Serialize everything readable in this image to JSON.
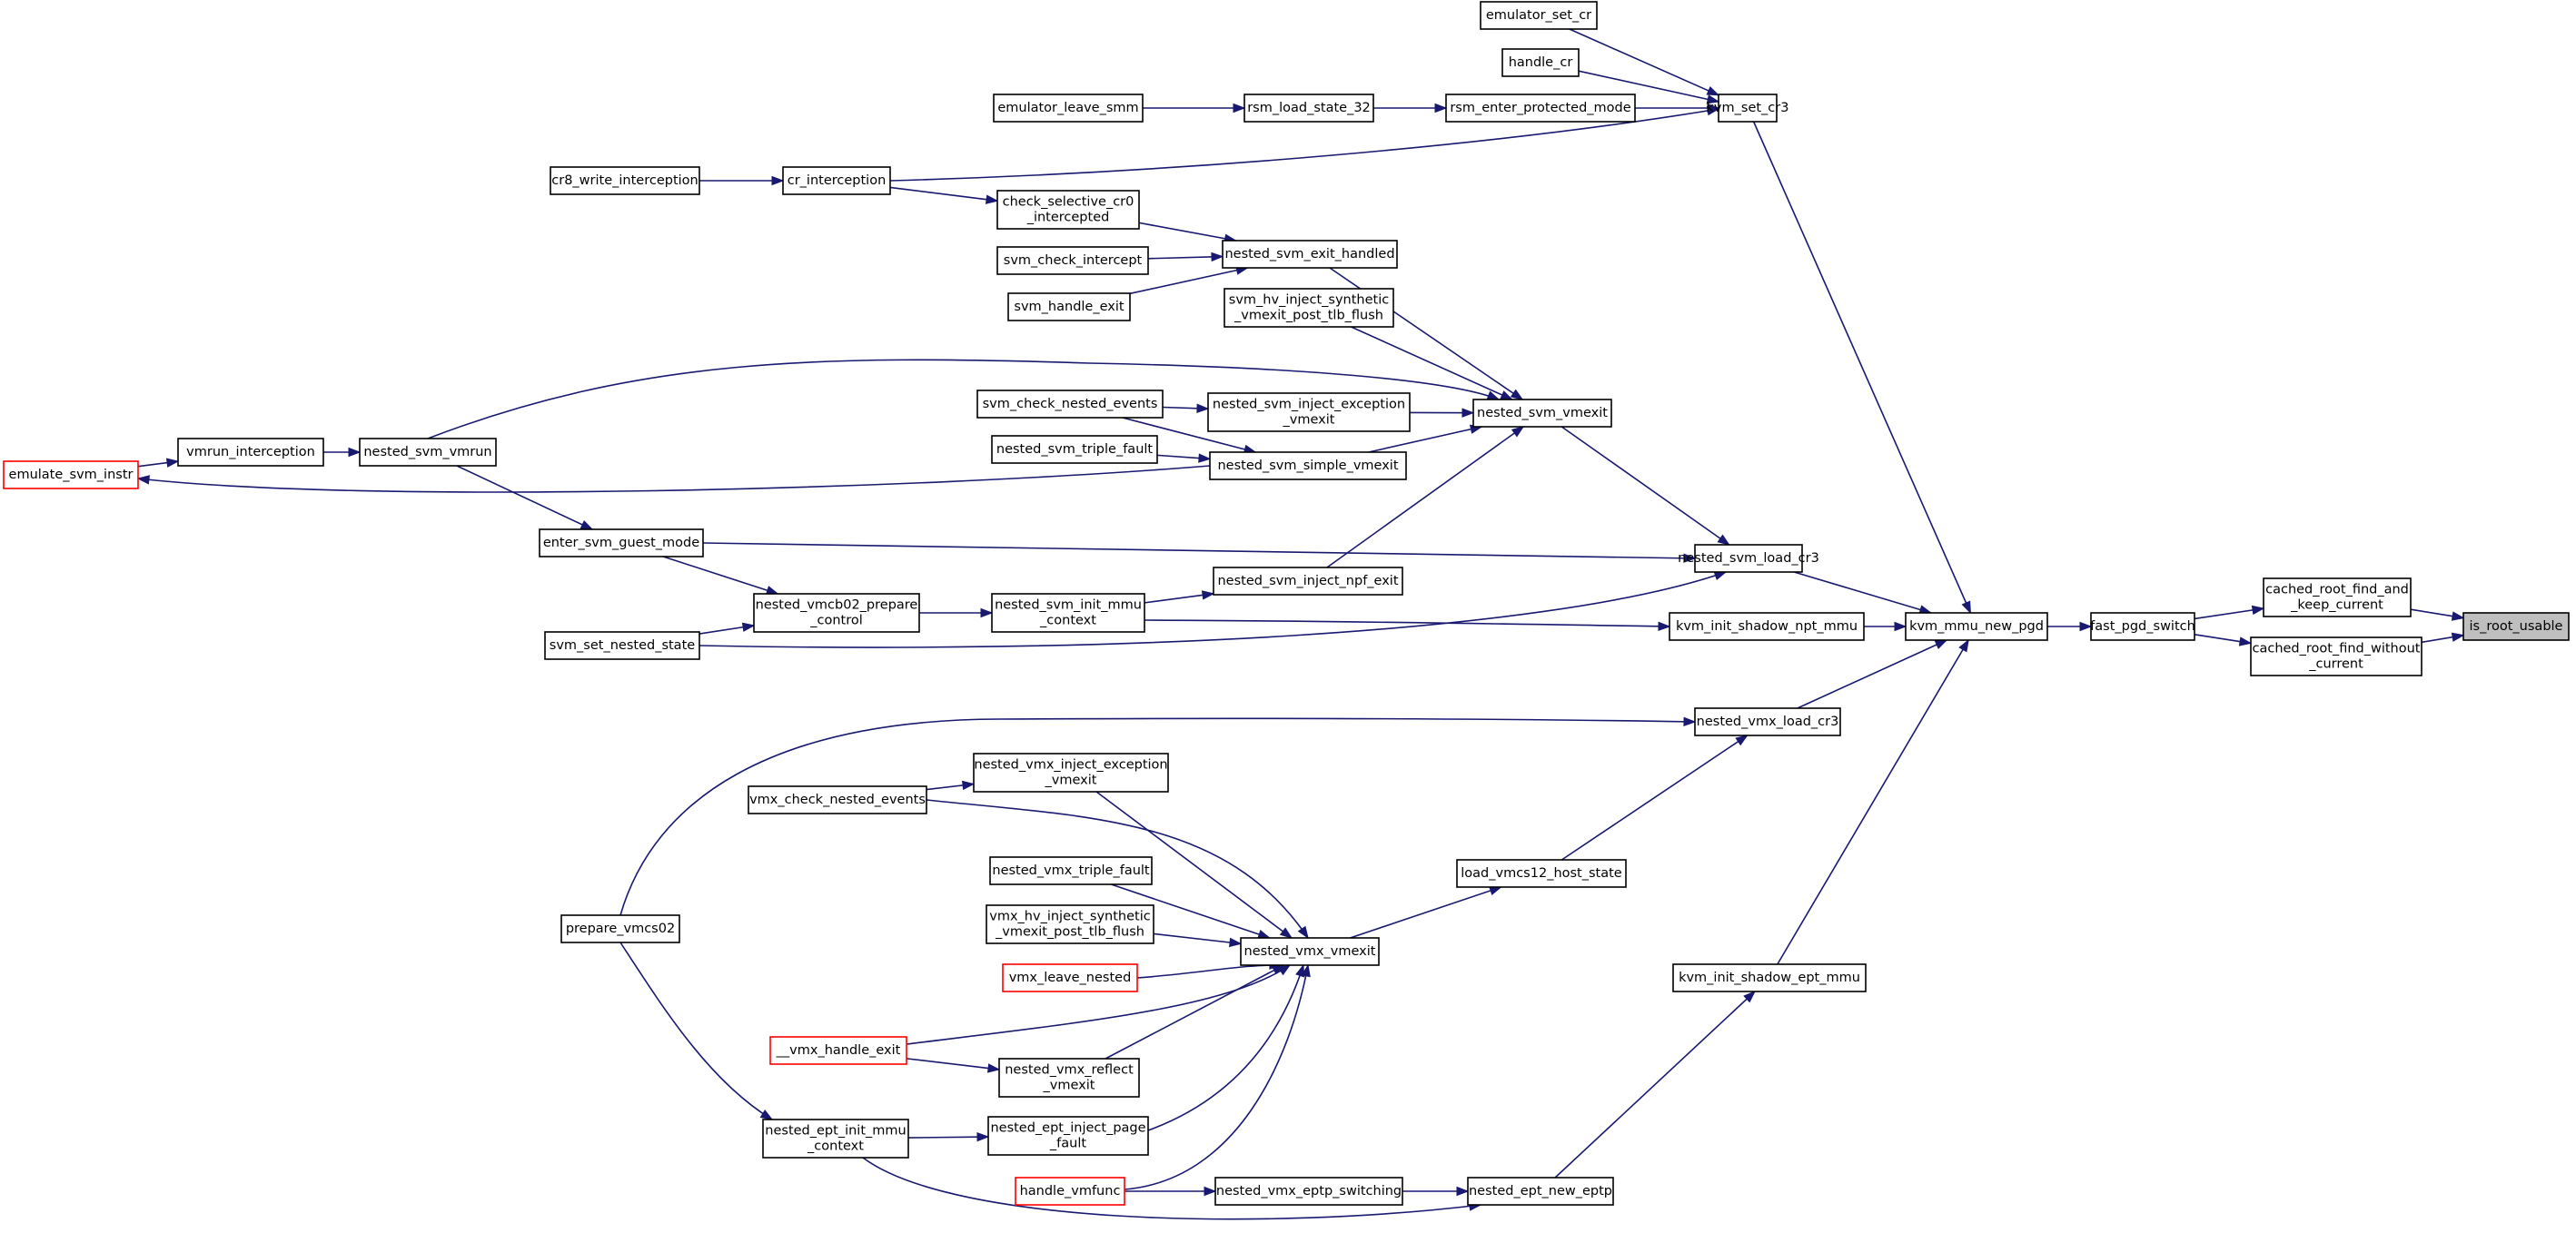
{
  "graph": {
    "direction": "right-to-left",
    "colors": {
      "edge": "#191970",
      "node_border": "#000000",
      "truncated_border": "#ff0000",
      "current_fill": "#bfbfbf"
    },
    "nodes": [
      {
        "id": "is_root_usable",
        "lines": [
          "is_root_usable"
        ],
        "style": "current"
      },
      {
        "id": "cached_root_find_and_keep_current",
        "lines": [
          "cached_root_find_and",
          "_keep_current"
        ]
      },
      {
        "id": "cached_root_find_without_current",
        "lines": [
          "cached_root_find_without",
          "_current"
        ]
      },
      {
        "id": "fast_pgd_switch",
        "lines": [
          "fast_pgd_switch"
        ]
      },
      {
        "id": "kvm_mmu_new_pgd",
        "lines": [
          "kvm_mmu_new_pgd"
        ]
      },
      {
        "id": "kvm_set_cr3",
        "lines": [
          "kvm_set_cr3"
        ]
      },
      {
        "id": "nested_svm_load_cr3",
        "lines": [
          "nested_svm_load_cr3"
        ]
      },
      {
        "id": "kvm_init_shadow_npt_mmu",
        "lines": [
          "kvm_init_shadow_npt_mmu"
        ]
      },
      {
        "id": "nested_vmx_load_cr3",
        "lines": [
          "nested_vmx_load_cr3"
        ]
      },
      {
        "id": "kvm_init_shadow_ept_mmu",
        "lines": [
          "kvm_init_shadow_ept_mmu"
        ]
      },
      {
        "id": "emulator_set_cr",
        "lines": [
          "emulator_set_cr"
        ]
      },
      {
        "id": "handle_cr",
        "lines": [
          "handle_cr"
        ]
      },
      {
        "id": "rsm_enter_protected_mode",
        "lines": [
          "rsm_enter_protected_mode"
        ]
      },
      {
        "id": "rsm_load_state_32",
        "lines": [
          "rsm_load_state_32"
        ]
      },
      {
        "id": "emulator_leave_smm",
        "lines": [
          "emulator_leave_smm"
        ]
      },
      {
        "id": "cr_interception",
        "lines": [
          "cr_interception"
        ]
      },
      {
        "id": "cr8_write_interception",
        "lines": [
          "cr8_write_interception"
        ]
      },
      {
        "id": "check_selective_cr0_intercepted",
        "lines": [
          "check_selective_cr0",
          "_intercepted"
        ]
      },
      {
        "id": "nested_svm_exit_handled",
        "lines": [
          "nested_svm_exit_handled"
        ]
      },
      {
        "id": "svm_check_intercept",
        "lines": [
          "svm_check_intercept"
        ]
      },
      {
        "id": "svm_handle_exit",
        "lines": [
          "svm_handle_exit"
        ]
      },
      {
        "id": "svm_hv_inject_synthetic_vmexit_post_tlb_flush",
        "lines": [
          "svm_hv_inject_synthetic",
          "_vmexit_post_tlb_flush"
        ]
      },
      {
        "id": "nested_svm_vmexit",
        "lines": [
          "nested_svm_vmexit"
        ]
      },
      {
        "id": "nested_svm_inject_exception_vmexit",
        "lines": [
          "nested_svm_inject_exception",
          "_vmexit"
        ]
      },
      {
        "id": "svm_check_nested_events",
        "lines": [
          "svm_check_nested_events"
        ]
      },
      {
        "id": "nested_svm_triple_fault",
        "lines": [
          "nested_svm_triple_fault"
        ]
      },
      {
        "id": "nested_svm_simple_vmexit",
        "lines": [
          "nested_svm_simple_vmexit"
        ]
      },
      {
        "id": "emulate_svm_instr",
        "lines": [
          "emulate_svm_instr"
        ],
        "style": "truncated"
      },
      {
        "id": "vmrun_interception",
        "lines": [
          "vmrun_interception"
        ]
      },
      {
        "id": "nested_svm_vmrun",
        "lines": [
          "nested_svm_vmrun"
        ]
      },
      {
        "id": "enter_svm_guest_mode",
        "lines": [
          "enter_svm_guest_mode"
        ]
      },
      {
        "id": "nested_svm_inject_npf_exit",
        "lines": [
          "nested_svm_inject_npf_exit"
        ]
      },
      {
        "id": "nested_vmcb02_prepare_control",
        "lines": [
          "nested_vmcb02_prepare",
          "_control"
        ]
      },
      {
        "id": "nested_svm_init_mmu_context",
        "lines": [
          "nested_svm_init_mmu",
          "_context"
        ]
      },
      {
        "id": "svm_set_nested_state",
        "lines": [
          "svm_set_nested_state"
        ]
      },
      {
        "id": "load_vmcs12_host_state",
        "lines": [
          "load_vmcs12_host_state"
        ]
      },
      {
        "id": "nested_vmx_inject_exception_vmexit",
        "lines": [
          "nested_vmx_inject_exception",
          "_vmexit"
        ]
      },
      {
        "id": "vmx_check_nested_events",
        "lines": [
          "vmx_check_nested_events"
        ]
      },
      {
        "id": "nested_vmx_triple_fault",
        "lines": [
          "nested_vmx_triple_fault"
        ]
      },
      {
        "id": "vmx_hv_inject_synthetic_vmexit_post_tlb_flush",
        "lines": [
          "vmx_hv_inject_synthetic",
          "_vmexit_post_tlb_flush"
        ]
      },
      {
        "id": "nested_vmx_vmexit",
        "lines": [
          "nested_vmx_vmexit"
        ]
      },
      {
        "id": "vmx_leave_nested",
        "lines": [
          "vmx_leave_nested"
        ],
        "style": "truncated"
      },
      {
        "id": "__vmx_handle_exit",
        "lines": [
          "__vmx_handle_exit"
        ],
        "style": "truncated"
      },
      {
        "id": "nested_vmx_reflect_vmexit",
        "lines": [
          "nested_vmx_reflect",
          "_vmexit"
        ]
      },
      {
        "id": "nested_ept_inject_page_fault",
        "lines": [
          "nested_ept_inject_page",
          "_fault"
        ]
      },
      {
        "id": "handle_vmfunc",
        "lines": [
          "handle_vmfunc"
        ],
        "style": "truncated"
      },
      {
        "id": "nested_vmx_eptp_switching",
        "lines": [
          "nested_vmx_eptp_switching"
        ]
      },
      {
        "id": "nested_ept_new_eptp",
        "lines": [
          "nested_ept_new_eptp"
        ]
      },
      {
        "id": "prepare_vmcs02",
        "lines": [
          "prepare_vmcs02"
        ]
      },
      {
        "id": "nested_ept_init_mmu_context",
        "lines": [
          "nested_ept_init_mmu",
          "_context"
        ]
      }
    ],
    "edges": [
      [
        "cached_root_find_and_keep_current",
        "is_root_usable"
      ],
      [
        "cached_root_find_without_current",
        "is_root_usable"
      ],
      [
        "fast_pgd_switch",
        "cached_root_find_and_keep_current"
      ],
      [
        "fast_pgd_switch",
        "cached_root_find_without_current"
      ],
      [
        "kvm_mmu_new_pgd",
        "fast_pgd_switch"
      ],
      [
        "kvm_set_cr3",
        "kvm_mmu_new_pgd"
      ],
      [
        "nested_svm_load_cr3",
        "kvm_mmu_new_pgd"
      ],
      [
        "kvm_init_shadow_npt_mmu",
        "kvm_mmu_new_pgd"
      ],
      [
        "nested_vmx_load_cr3",
        "kvm_mmu_new_pgd"
      ],
      [
        "kvm_init_shadow_ept_mmu",
        "kvm_mmu_new_pgd"
      ],
      [
        "emulator_set_cr",
        "kvm_set_cr3"
      ],
      [
        "handle_cr",
        "kvm_set_cr3"
      ],
      [
        "rsm_enter_protected_mode",
        "kvm_set_cr3"
      ],
      [
        "cr_interception",
        "kvm_set_cr3"
      ],
      [
        "rsm_load_state_32",
        "rsm_enter_protected_mode"
      ],
      [
        "emulator_leave_smm",
        "rsm_load_state_32"
      ],
      [
        "cr8_write_interception",
        "cr_interception"
      ],
      [
        "cr_interception",
        "check_selective_cr0_intercepted"
      ],
      [
        "check_selective_cr0_intercepted",
        "nested_svm_exit_handled"
      ],
      [
        "svm_check_intercept",
        "nested_svm_exit_handled"
      ],
      [
        "svm_handle_exit",
        "nested_svm_exit_handled"
      ],
      [
        "nested_svm_exit_handled",
        "nested_svm_vmexit"
      ],
      [
        "svm_hv_inject_synthetic_vmexit_post_tlb_flush",
        "nested_svm_vmexit"
      ],
      [
        "nested_svm_vmrun",
        "nested_svm_vmexit"
      ],
      [
        "nested_svm_inject_exception_vmexit",
        "nested_svm_vmexit"
      ],
      [
        "nested_svm_simple_vmexit",
        "nested_svm_vmexit"
      ],
      [
        "nested_svm_inject_npf_exit",
        "nested_svm_vmexit"
      ],
      [
        "nested_svm_vmexit",
        "nested_svm_load_cr3"
      ],
      [
        "svm_check_nested_events",
        "nested_svm_inject_exception_vmexit"
      ],
      [
        "svm_check_nested_events",
        "nested_svm_simple_vmexit"
      ],
      [
        "nested_svm_triple_fault",
        "nested_svm_simple_vmexit"
      ],
      [
        "nested_svm_simple_vmexit",
        "emulate_svm_instr"
      ],
      [
        "emulate_svm_instr",
        "vmrun_interception"
      ],
      [
        "vmrun_interception",
        "nested_svm_vmrun"
      ],
      [
        "nested_svm_vmrun",
        "enter_svm_guest_mode"
      ],
      [
        "enter_svm_guest_mode",
        "nested_svm_load_cr3"
      ],
      [
        "enter_svm_guest_mode",
        "nested_vmcb02_prepare_control"
      ],
      [
        "svm_set_nested_state",
        "nested_vmcb02_prepare_control"
      ],
      [
        "svm_set_nested_state",
        "nested_svm_load_cr3"
      ],
      [
        "nested_vmcb02_prepare_control",
        "nested_svm_init_mmu_context"
      ],
      [
        "nested_svm_init_mmu_context",
        "nested_svm_inject_npf_exit"
      ],
      [
        "nested_svm_init_mmu_context",
        "kvm_init_shadow_npt_mmu"
      ],
      [
        "load_vmcs12_host_state",
        "nested_vmx_load_cr3"
      ],
      [
        "prepare_vmcs02",
        "nested_vmx_load_cr3"
      ],
      [
        "nested_vmx_vmexit",
        "load_vmcs12_host_state"
      ],
      [
        "vmx_check_nested_events",
        "nested_vmx_inject_exception_vmexit"
      ],
      [
        "nested_vmx_inject_exception_vmexit",
        "nested_vmx_vmexit"
      ],
      [
        "vmx_check_nested_events",
        "nested_vmx_vmexit"
      ],
      [
        "nested_vmx_triple_fault",
        "nested_vmx_vmexit"
      ],
      [
        "vmx_hv_inject_synthetic_vmexit_post_tlb_flush",
        "nested_vmx_vmexit"
      ],
      [
        "vmx_leave_nested",
        "nested_vmx_vmexit"
      ],
      [
        "__vmx_handle_exit",
        "nested_vmx_vmexit"
      ],
      [
        "nested_vmx_reflect_vmexit",
        "nested_vmx_vmexit"
      ],
      [
        "nested_ept_inject_page_fault",
        "nested_vmx_vmexit"
      ],
      [
        "handle_vmfunc",
        "nested_vmx_vmexit"
      ],
      [
        "__vmx_handle_exit",
        "nested_vmx_reflect_vmexit"
      ],
      [
        "nested_ept_init_mmu_context",
        "nested_ept_inject_page_fault"
      ],
      [
        "handle_vmfunc",
        "nested_vmx_eptp_switching"
      ],
      [
        "nested_vmx_eptp_switching",
        "nested_ept_new_eptp"
      ],
      [
        "nested_ept_init_mmu_context",
        "nested_ept_new_eptp"
      ],
      [
        "nested_ept_new_eptp",
        "kvm_init_shadow_ept_mmu"
      ],
      [
        "prepare_vmcs02",
        "nested_ept_init_mmu_context"
      ]
    ]
  }
}
